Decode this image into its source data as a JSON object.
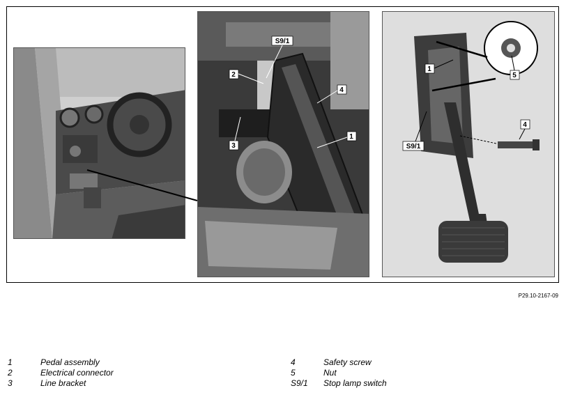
{
  "figure_ref": "P29.10-2167-09",
  "callouts": {
    "p2_s91": "S9/1",
    "p2_2": "2",
    "p2_3": "3",
    "p2_4": "4",
    "p2_1": "1",
    "p3_1": "1",
    "p3_5": "5",
    "p3_4": "4",
    "p3_s91": "S9/1"
  },
  "legend": {
    "left": [
      {
        "num": "1",
        "text": "Pedal assembly"
      },
      {
        "num": "2",
        "text": "Electrical connector"
      },
      {
        "num": "3",
        "text": "Line bracket"
      }
    ],
    "right": [
      {
        "num": "4",
        "text": "Safety screw"
      },
      {
        "num": "5",
        "text": "Nut"
      },
      {
        "num": "S9/1",
        "text": "Stop lamp switch"
      }
    ]
  }
}
